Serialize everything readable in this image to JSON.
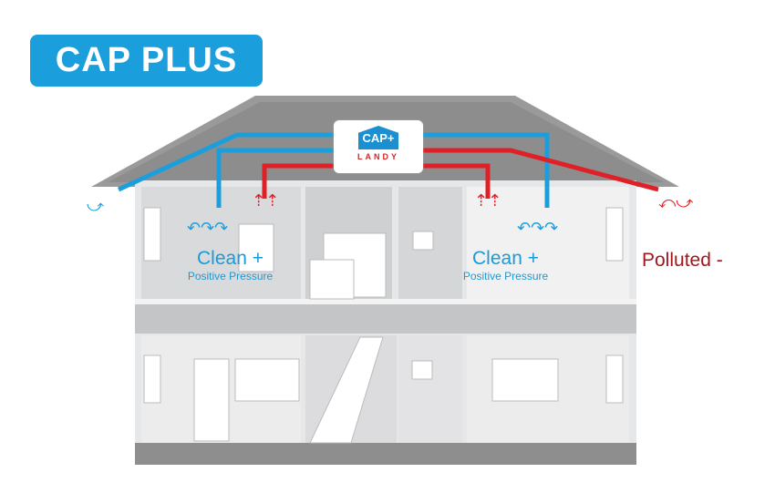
{
  "banner": {
    "title": "CAP PLUS"
  },
  "logo": {
    "brand": "CAP+",
    "name": "LANDY"
  },
  "labels": {
    "left_room_title": "Clean +",
    "left_room_sub": "Positive Pressure",
    "right_room_title": "Clean +",
    "right_room_sub": "Positive Pressure",
    "outside": "Polluted -"
  },
  "colors": {
    "clean": "#1b9fdc",
    "polluted": "#e02027",
    "roof": "#9a9a9a"
  }
}
